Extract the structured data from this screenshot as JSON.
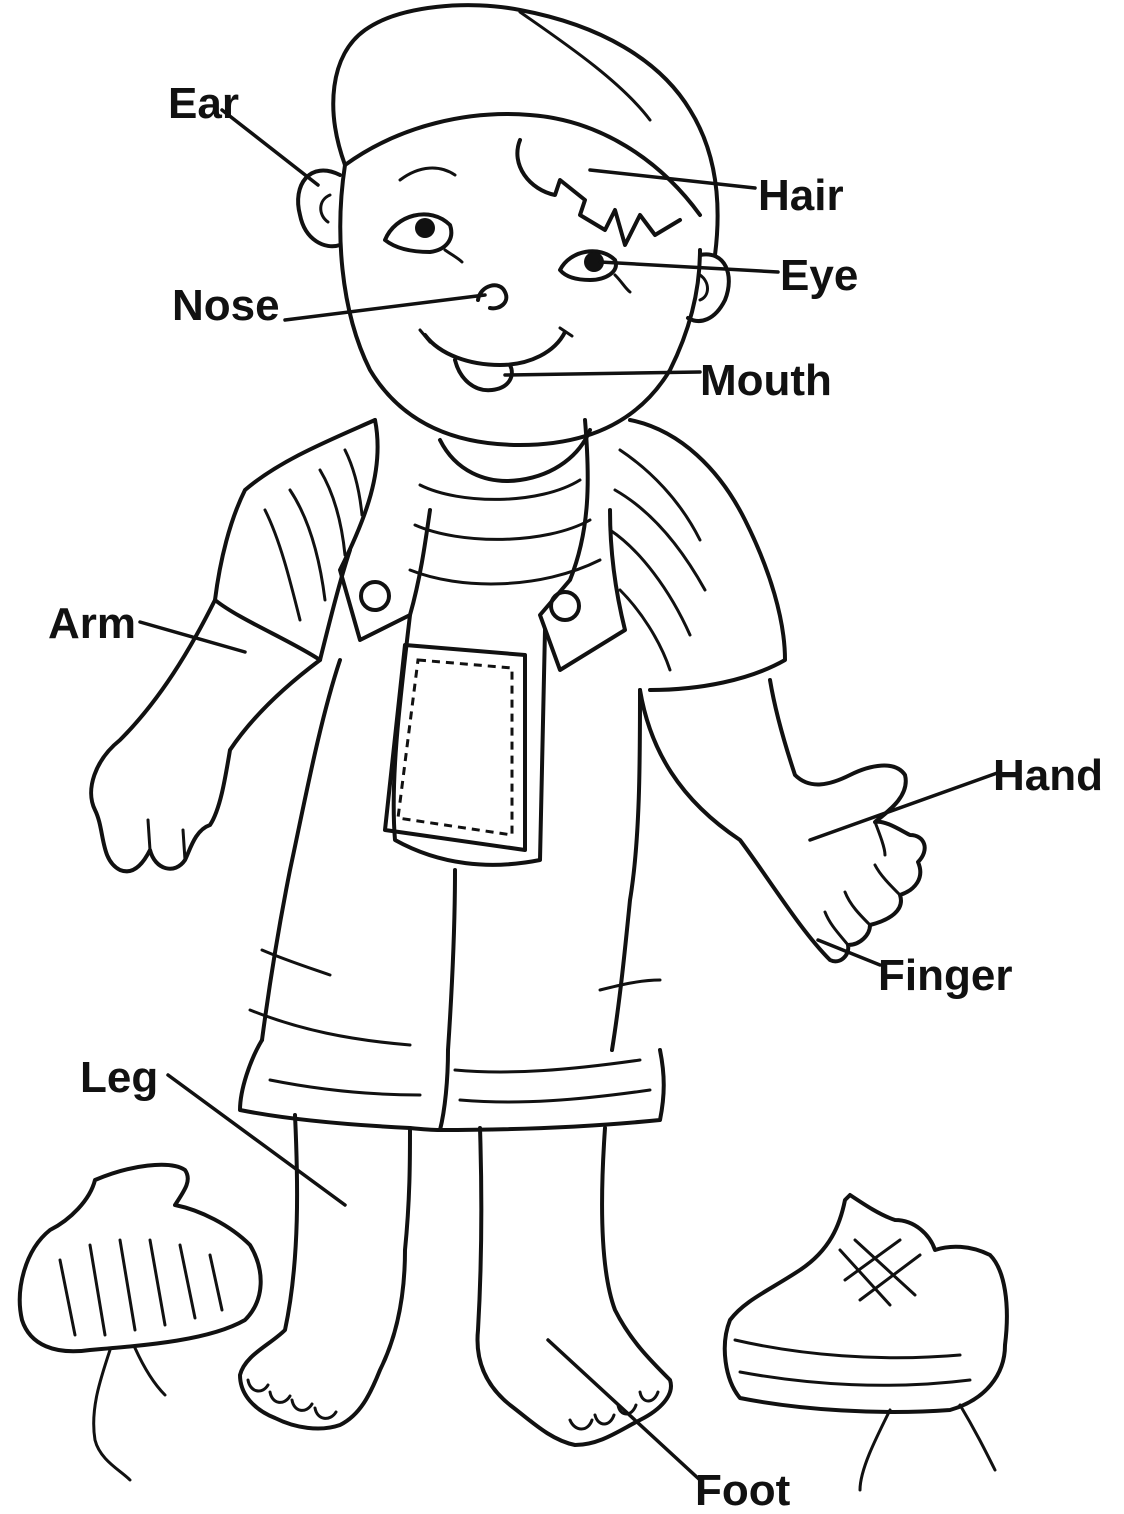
{
  "labels": {
    "ear": "Ear",
    "hair": "Hair",
    "eye": "Eye",
    "nose": "Nose",
    "mouth": "Mouth",
    "arm": "Arm",
    "hand": "Hand",
    "finger": "Finger",
    "leg": "Leg",
    "foot": "Foot"
  },
  "colors": {
    "ink": "#111111",
    "background": "#ffffff"
  }
}
